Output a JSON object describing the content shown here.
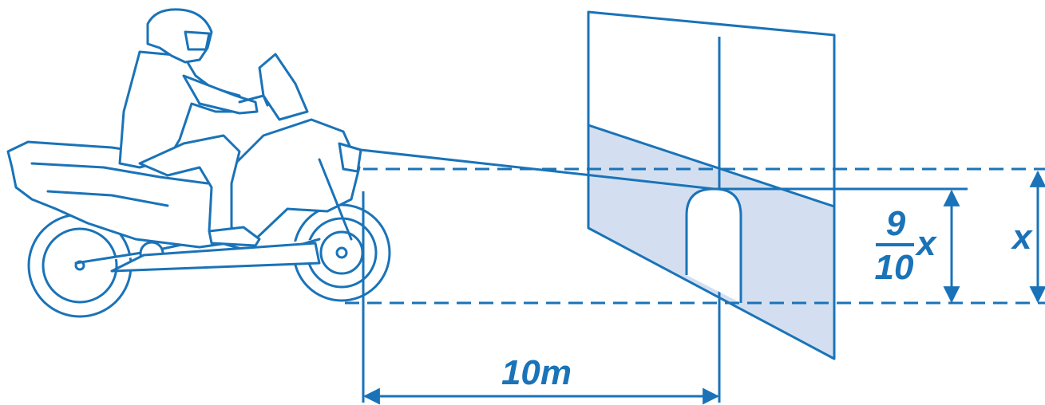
{
  "colors": {
    "line": "#1a73b8",
    "shade": "#d3dff0",
    "background": "#ffffff"
  },
  "labels": {
    "distance": "10m",
    "fraction_numerator": "9",
    "fraction_denominator": "10",
    "fraction_variable": "x",
    "full_height": "x"
  },
  "icons": {
    "rider": "motorcycle-rider-icon"
  }
}
